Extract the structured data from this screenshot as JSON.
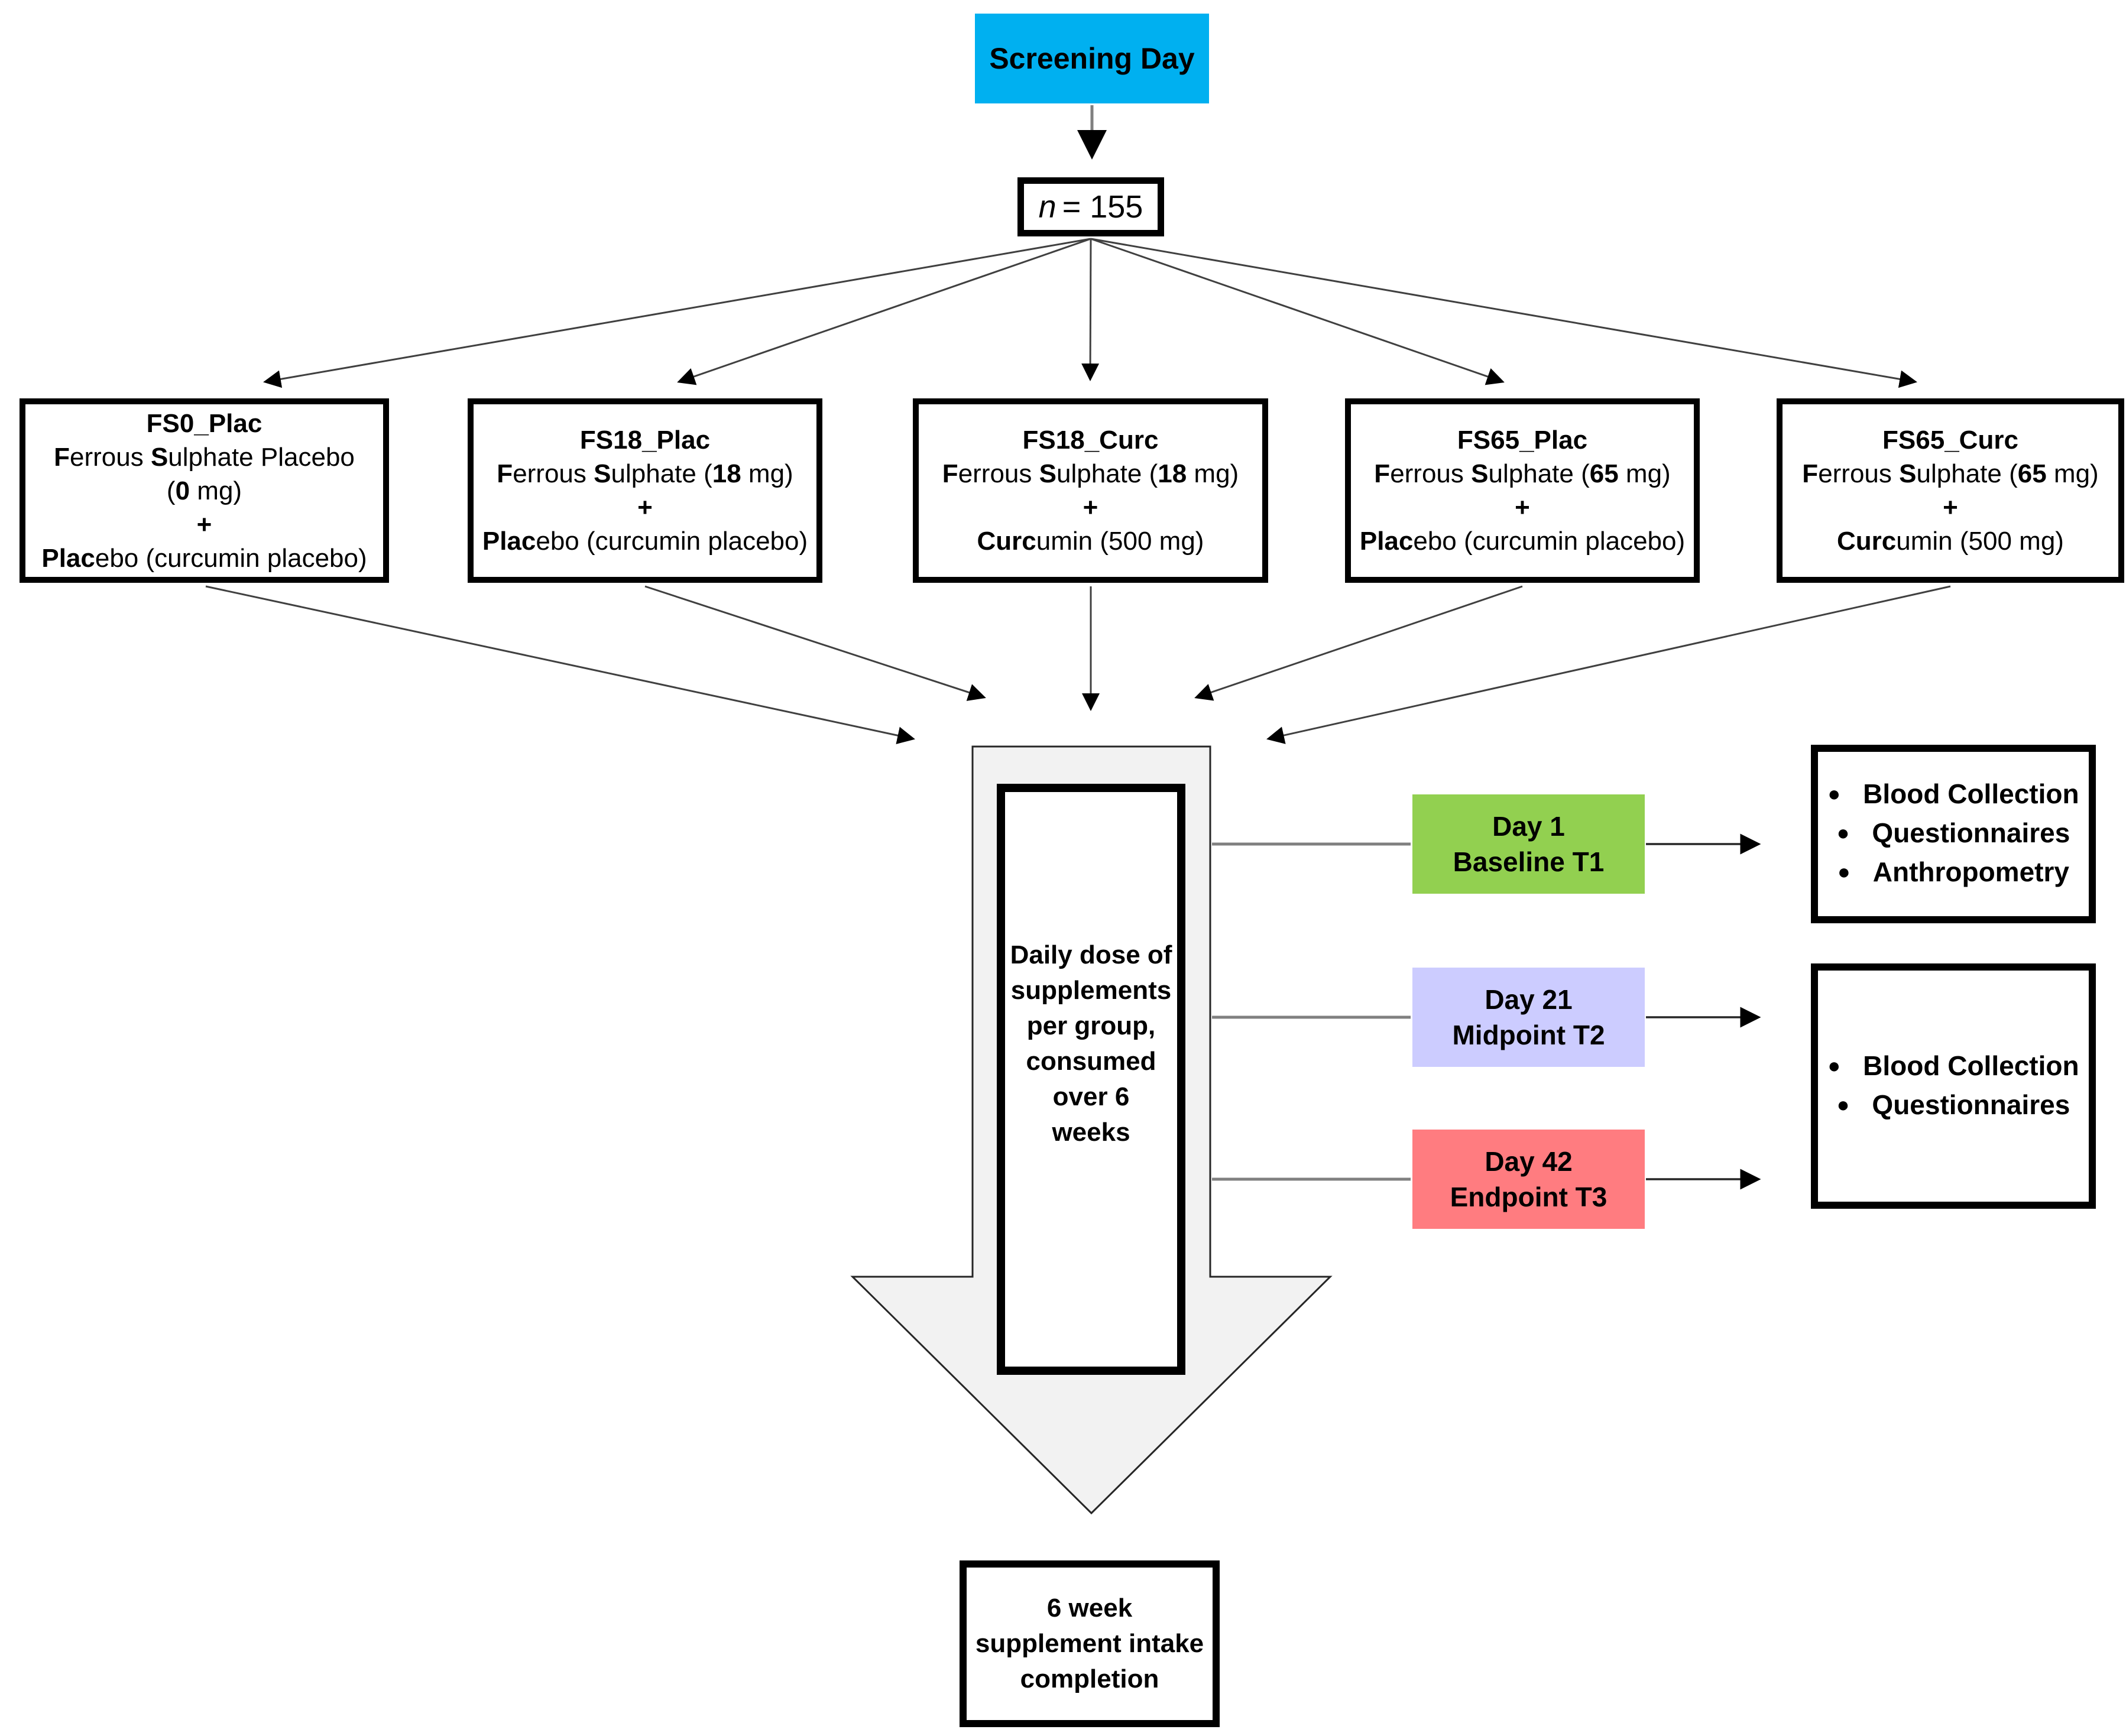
{
  "screening": {
    "label": "Screening Day"
  },
  "sample": {
    "var": "n",
    "value": "= 155"
  },
  "groups": [
    {
      "title": "FS0_Plac",
      "lines": [
        "**F**errous **S**ulphate Placebo",
        "(**0** mg)",
        "**+**",
        "**Plac**ebo  (curcumin placebo)"
      ]
    },
    {
      "title": "FS18_Plac",
      "lines": [
        "**F**errous **S**ulphate (**18** mg)",
        "**+**",
        "**Plac**ebo  (curcumin placebo)"
      ]
    },
    {
      "title": "FS18_Curc",
      "lines": [
        "**F**errous **S**ulphate (**18** mg)",
        "**+**",
        "**Curc**umin (500 mg)"
      ]
    },
    {
      "title": "FS65_Plac",
      "lines": [
        "**F**errous **S**ulphate (**65** mg)",
        "**+**",
        "**Plac**ebo  (curcumin placebo)"
      ]
    },
    {
      "title": "FS65_Curc",
      "lines": [
        "**F**errous **S**ulphate (**65** mg)",
        "**+**",
        "**Curc**umin (500 mg)"
      ]
    }
  ],
  "process": {
    "text": "Daily dose of\nsupplements\nper group,\nconsumed\nover 6\nweeks"
  },
  "timepoints": [
    {
      "day": "Day 1",
      "phase": "Baseline T1",
      "color": "#92D050"
    },
    {
      "day": "Day 21",
      "phase": "Midpoint T2",
      "color": "#CCCCFF"
    },
    {
      "day": "Day 42",
      "phase": "Endpoint T3",
      "color": "#FF7C80"
    }
  ],
  "outcomes": [
    {
      "items": [
        "Blood Collection",
        "Questionnaires",
        "Anthropometry"
      ]
    },
    {
      "items": [
        "Blood Collection",
        "Questionnaires"
      ]
    }
  ],
  "completion": {
    "text": "6 week\nsupplement intake\ncompletion"
  },
  "colors": {
    "screening_blue": "#00B0F0",
    "baseline_green": "#92D050",
    "midpoint_lavender": "#CCCCFF",
    "endpoint_red": "#FF7C80",
    "big_arrow_fill": "#F2F2F2",
    "connector_gray": "#808080",
    "line_black": "#303030"
  }
}
